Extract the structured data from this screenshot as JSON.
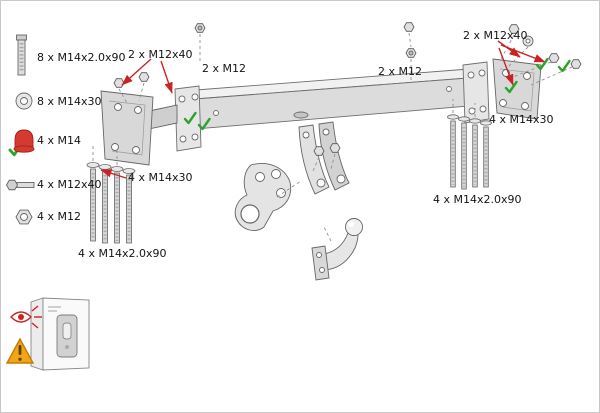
{
  "colors": {
    "arrow_red": "#cc2222",
    "check_green": "#2da32d",
    "part_red": "#d43a2f",
    "warning_orange": "#f2a516",
    "metal_light": "#ececec",
    "metal_mid": "#d8d8d8",
    "outline": "#666666"
  },
  "icons": {
    "check": "check-mark",
    "eye": "red-eye-attention",
    "warning": "warning-triangle"
  },
  "legend": [
    {
      "icon": "stud-bolt-icon",
      "label": "8 x M14x2.0x90"
    },
    {
      "icon": "washer-icon",
      "label": "8 x M14x30"
    },
    {
      "icon": "red-cap-nut-icon",
      "label": "4 x M14",
      "checked": true
    },
    {
      "icon": "hex-bolt-icon",
      "label": "4 x M12x40"
    },
    {
      "icon": "hex-nut-icon",
      "label": "4 x M12"
    }
  ],
  "callouts": [
    {
      "id": "left-bolts",
      "label": "2 x M12x40"
    },
    {
      "id": "left-nuts",
      "label": "2 x M12"
    },
    {
      "id": "right-bolts",
      "label": "2 x M12x40"
    },
    {
      "id": "right-nuts",
      "label": "2 x M12"
    },
    {
      "id": "right-washers",
      "label": "4 x M14x30"
    },
    {
      "id": "left-washers",
      "label": "4 x M14x30"
    },
    {
      "id": "right-studs",
      "label": "4 x M14x2.0x90"
    },
    {
      "id": "left-studs",
      "label": "4 x M14x2.0x90"
    }
  ]
}
